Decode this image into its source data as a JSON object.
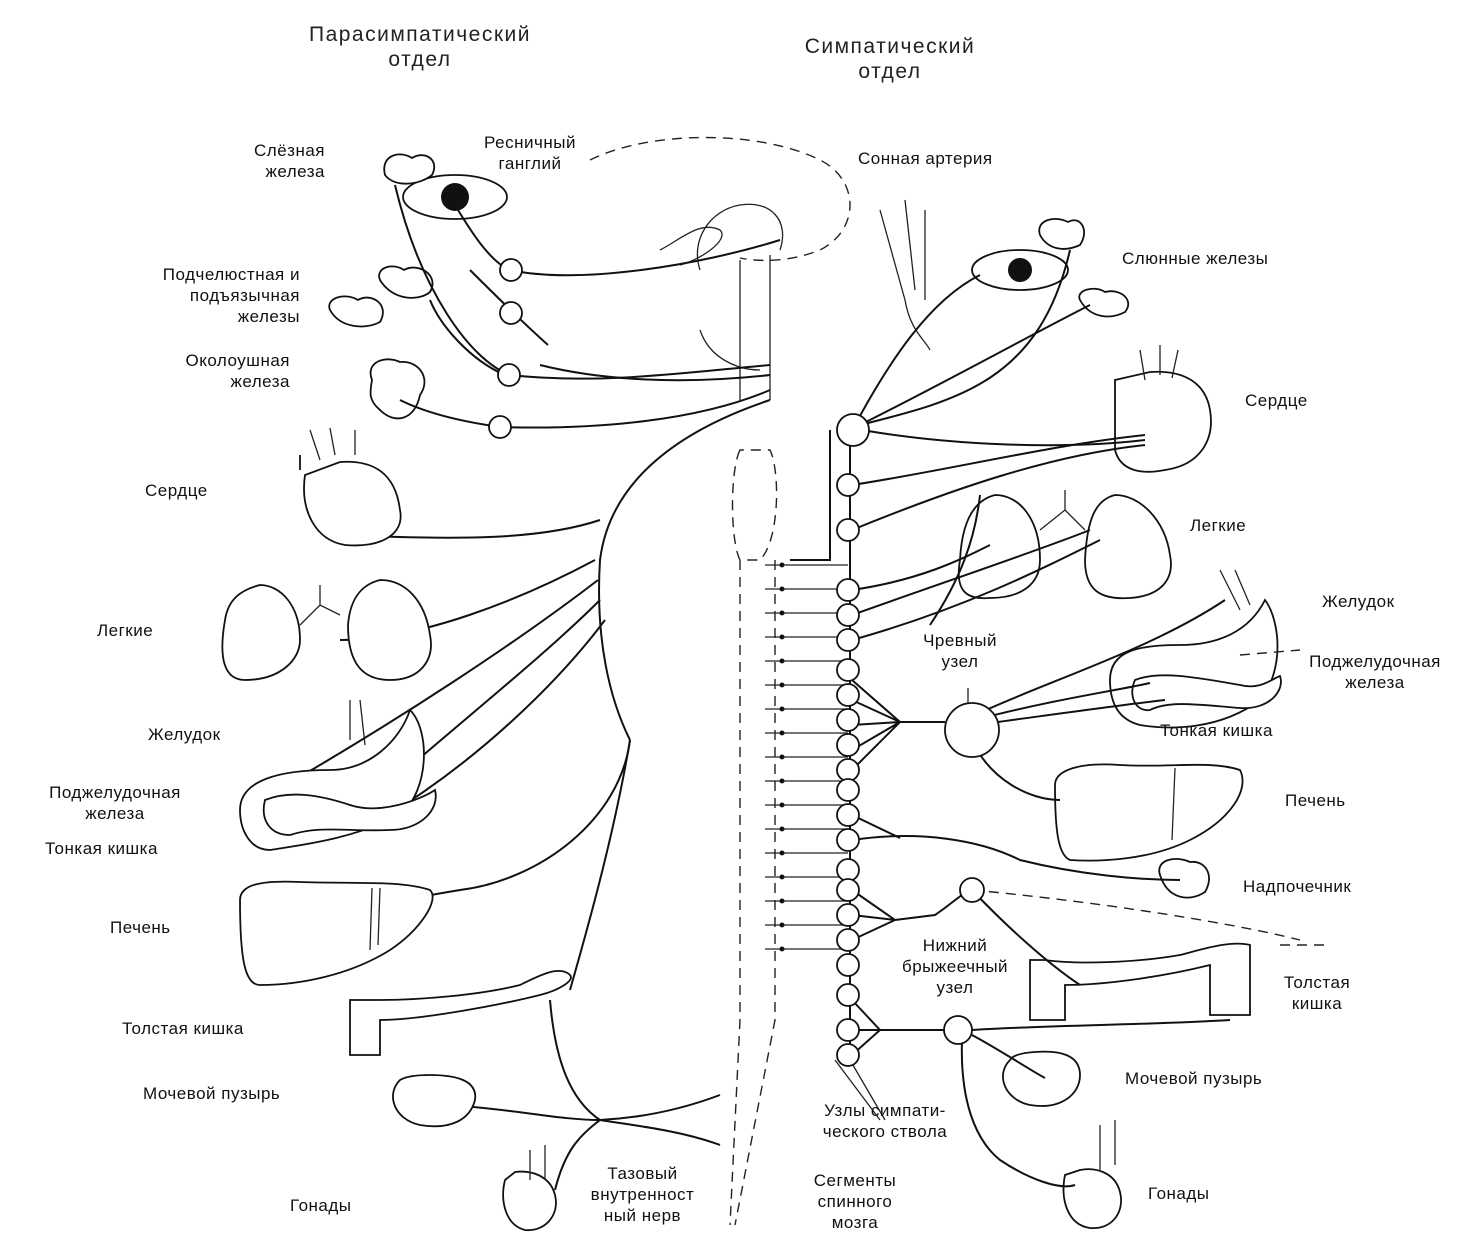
{
  "headers": {
    "parasympathetic": "Парасимпатический\nотдел",
    "sympathetic": "Симпатический\nотдел"
  },
  "left_labels": {
    "lacrimal": "Слёзная\nжелеза",
    "ciliary": "Ресничный\nганглий",
    "submandibular": "Подчелюстная и\nподъязычная\nжелезы",
    "parotid": "Околоушная\nжелеза",
    "heart": "Сердце",
    "lungs": "Легкие",
    "stomach": "Желудок",
    "pancreas": "Поджелудочная\nжелеза",
    "small_intestine": "Тонкая кишка",
    "liver": "Печень",
    "colon": "Толстая кишка",
    "bladder": "Мочевой пузырь",
    "gonads": "Гонады"
  },
  "right_labels": {
    "sleep_artery": "Сонная артерия",
    "salivary": "Слюнные железы",
    "heart": "Сердце",
    "lungs": "Легкие",
    "stomach": "Желудок",
    "celiac": "Чревный\nузел",
    "pancreas": "Поджелудочная\nжелеза",
    "small_intestine": "Тонкая кишка",
    "liver": "Печень",
    "adrenal": "Надпочечник",
    "inferior_mesenteric": "Нижний\nбрыжеечный\nузел",
    "colon": "Толстая\nкишка",
    "bladder": "Мочевой пузырь",
    "trunk_ganglia": "Узлы симпати-\nческого ствола",
    "gonads": "Гонады",
    "spinal_segments": "Сегменты\nспинного\nмозга",
    "pelvic_nerve": "Тазовый\nвнутренност\nный нерв"
  }
}
